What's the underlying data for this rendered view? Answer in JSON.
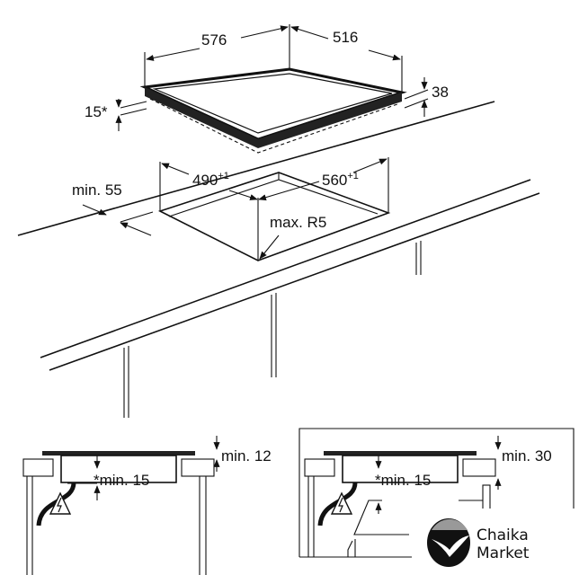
{
  "top_view": {
    "hob_width": "576",
    "hob_depth": "516",
    "hob_height": "38",
    "hob_underside": "15*",
    "cutout_width": "490",
    "cutout_width_tol": "+1",
    "cutout_depth": "560",
    "cutout_depth_tol": "+1",
    "front_margin": "min. 55",
    "corner_radius": "max. R5"
  },
  "side_view_left": {
    "top_clearance": "min. 12",
    "below_clearance": "*min. 15"
  },
  "side_view_right": {
    "top_clearance": "min. 30",
    "below_clearance": "*min. 15"
  },
  "watermark": {
    "line1": "Chaika",
    "line2": "Market"
  }
}
